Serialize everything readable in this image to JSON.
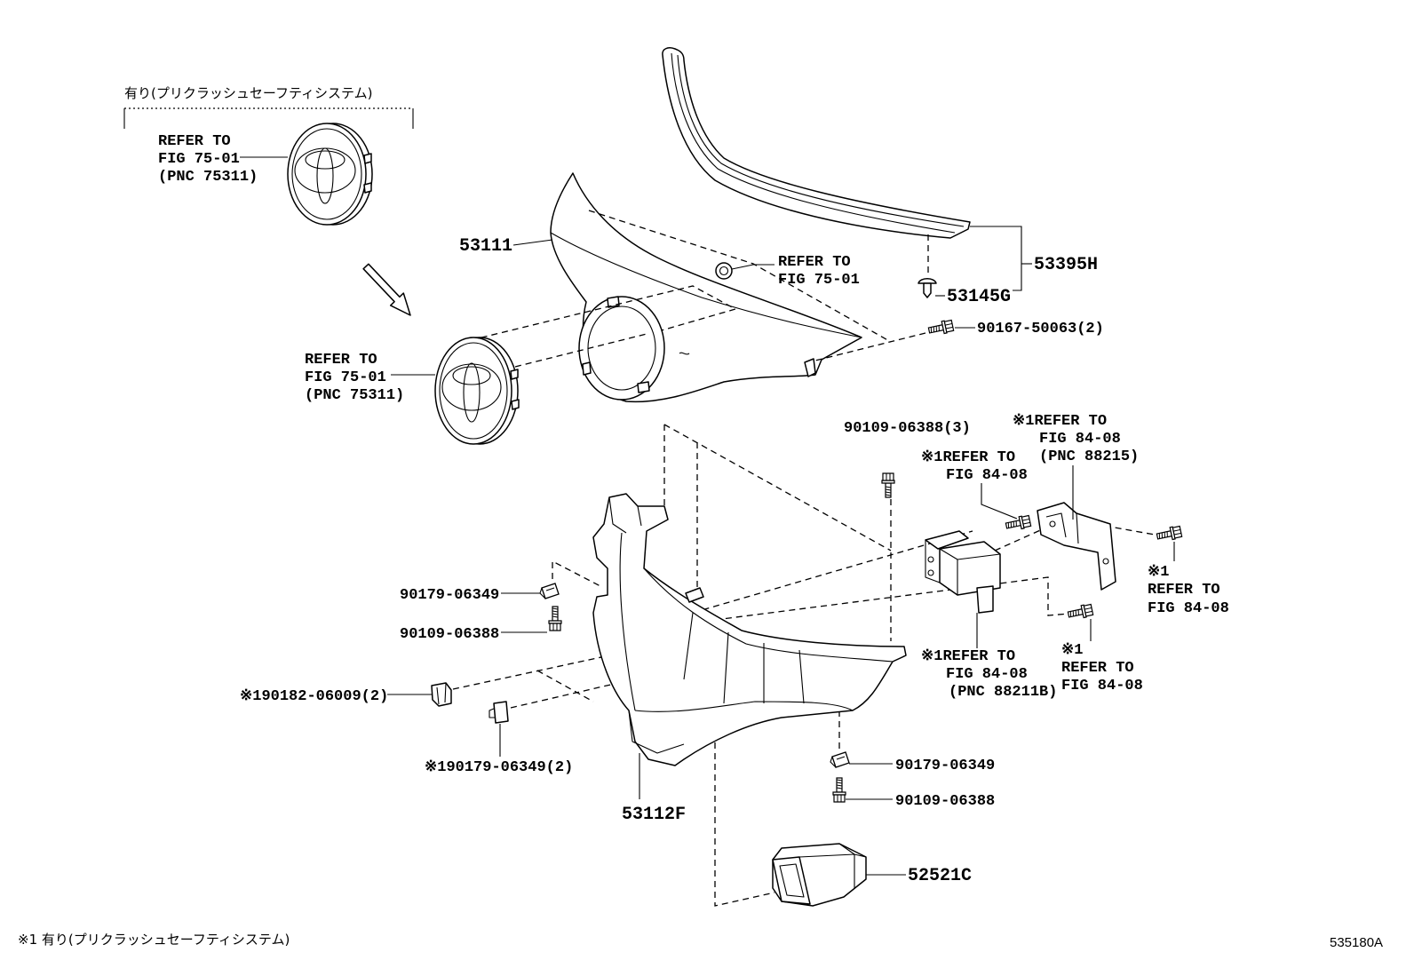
{
  "header_note": "有り(プリクラッシュセーフティシステム)",
  "labels": {
    "emblem_top_ref": [
      "REFER TO",
      "FIG 75-01",
      "(PNC 75311)"
    ],
    "p53111": "53111",
    "clip_ref": [
      "REFER TO",
      "FIG 75-01"
    ],
    "p53395H": "53395H",
    "p53145G": "53145G",
    "p90167": "90167-50063(2)",
    "emblem_mid_ref": [
      "REFER TO",
      "FIG 75-01",
      "(PNC 75311)"
    ],
    "p90109_3": "90109-06388(3)",
    "ref_88215": [
      "※1REFER TO",
      "FIG 84-08",
      "(PNC 88215)"
    ],
    "ref_bolt_upper": [
      "※1REFER TO",
      "FIG 84-08"
    ],
    "ref_bolt_right": [
      "※1",
      "REFER TO",
      "FIG 84-08"
    ],
    "p90179_left": "90179-06349",
    "p90109_left": "90109-06388",
    "ref_88211B": [
      "※1REFER TO",
      "FIG 84-08",
      "(PNC 88211B)"
    ],
    "ref_bolt_lower": [
      "※1",
      "REFER TO",
      "FIG 84-08"
    ],
    "p90182": "※190182-06009(2)",
    "p90179_2": "※190179-06349(2)",
    "p90179_bottom": "90179-06349",
    "p90109_bottom": "90109-06388",
    "p53112F": "53112F",
    "p52521C": "52521C"
  },
  "footer": {
    "note": "※1  有り(プリクラッシュセーフティシステム)",
    "code": "535180A"
  }
}
